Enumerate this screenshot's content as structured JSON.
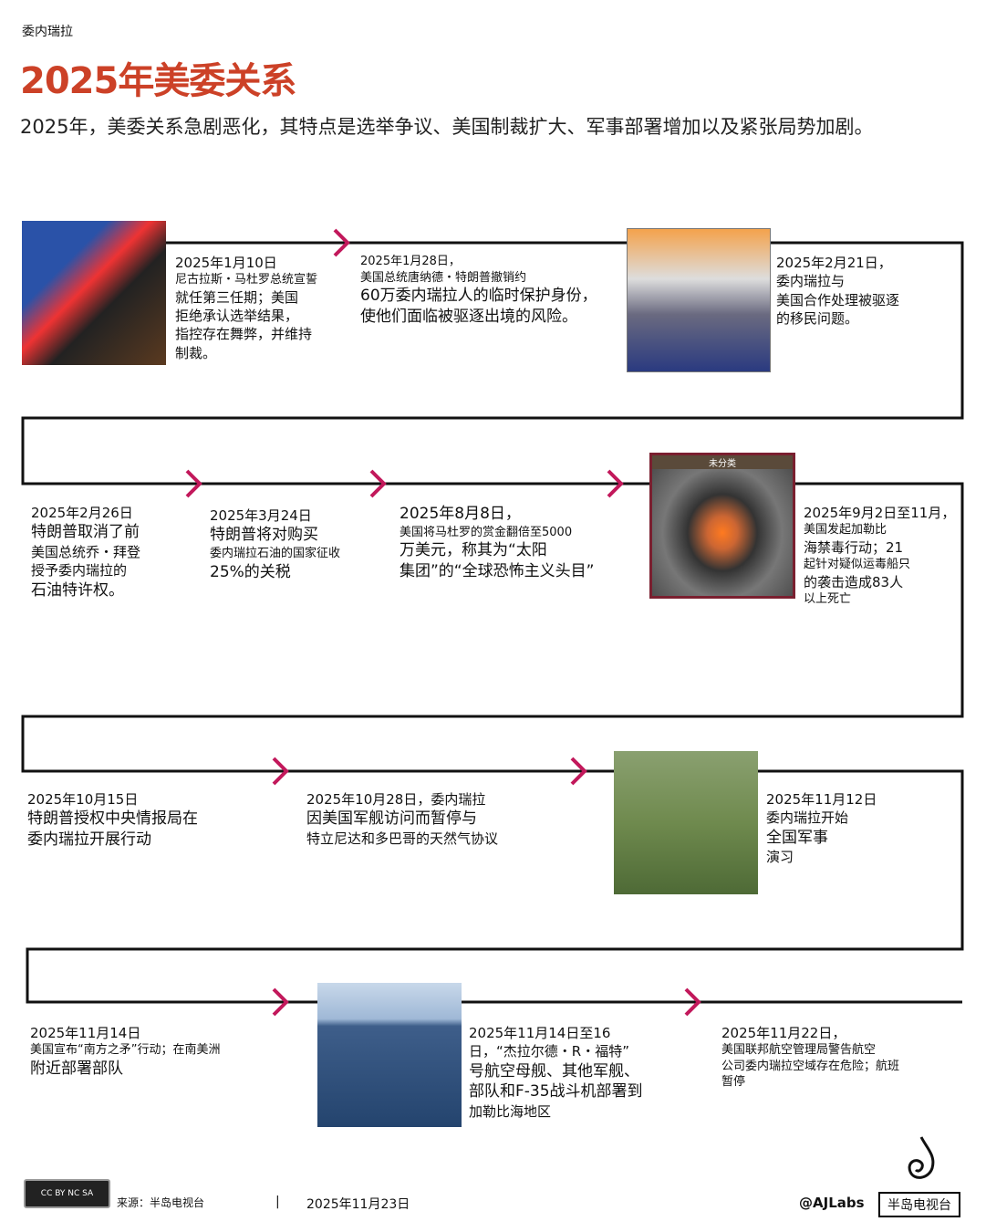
{
  "header": {
    "kicker": "委内瑞拉",
    "title": "2025年美委关系",
    "subtitle": "2025年，美委关系急剧恶化，其特点是选举争议、美国制裁扩大、军事部署增加以及紧张局势加剧。"
  },
  "colors": {
    "title": "#cc4127",
    "arrow": "#c2185b",
    "line": "#111111"
  },
  "photo3_label": "未分类",
  "events": [
    {
      "date": "2025年1月10日",
      "lines": [
        "尼古拉斯・马杜罗总统宣誓",
        "就任第三任期；美国",
        "拒绝承认选举结果，",
        "指控存在舞弊，并维持",
        "制裁。"
      ]
    },
    {
      "date": "2025年1月28日，",
      "lines": [
        "美国总统唐纳德・特朗普撤销约",
        "60万委内瑞拉人的临时保护身份，",
        "使他们面临被驱逐出境的风险。"
      ]
    },
    {
      "date": "2025年2月21日，",
      "lines": [
        "委内瑞拉与",
        "美国合作处理被驱逐",
        "的移民问题。"
      ]
    },
    {
      "date": "2025年2月26日",
      "lines": [
        "特朗普取消了前",
        "美国总统乔・拜登",
        "授予委内瑞拉的",
        "石油特许权。"
      ]
    },
    {
      "date": "2025年3月24日",
      "lines": [
        "特朗普将对购买",
        "委内瑞拉石油的国家征收",
        "25%的关税"
      ]
    },
    {
      "date": "2025年8月8日，",
      "lines": [
        "美国将马杜罗的赏金翻倍至5000",
        "万美元，称其为“太阳",
        "集团”的“全球恐怖主义头目”"
      ]
    },
    {
      "date": "2025年9月2日至11月，",
      "lines": [
        "美国发起加勒比",
        "海禁毒行动；21",
        "起针对疑似运毒船只",
        "的袭击造成83人",
        "以上死亡"
      ]
    },
    {
      "date": "2025年10月15日",
      "lines": [
        "特朗普授权中央情报局在",
        "委内瑞拉开展行动"
      ]
    },
    {
      "date": "2025年10月28日，委内瑞拉",
      "lines": [
        "因美国军舰访问而暂停与",
        "特立尼达和多巴哥的天然气协议"
      ]
    },
    {
      "date": "2025年11月12日",
      "lines": [
        "委内瑞拉开始",
        "全国军事",
        "演习"
      ]
    },
    {
      "date": "2025年11月14日",
      "lines": [
        "美国宣布“南方之矛”行动；在南美洲",
        "附近部署部队"
      ]
    },
    {
      "date": "2025年11月14日至16",
      "lines": [
        "日，“杰拉尔德・R・福特”",
        "号航空母舰、其他军舰、",
        "部队和F-35战斗机部署到",
        "加勒比海地区"
      ]
    },
    {
      "date": "2025年11月22日，",
      "lines": [
        "美国联邦航空管理局警告航空",
        "公司委内瑞拉空域存在危险；航班",
        "暂停"
      ]
    }
  ],
  "footer": {
    "license": "CC BY NC SA",
    "source": "来源：半岛电视台",
    "separator": "|",
    "date": "2025年11月23日",
    "handle": "@AJLabs",
    "brand": "半岛电视台"
  }
}
